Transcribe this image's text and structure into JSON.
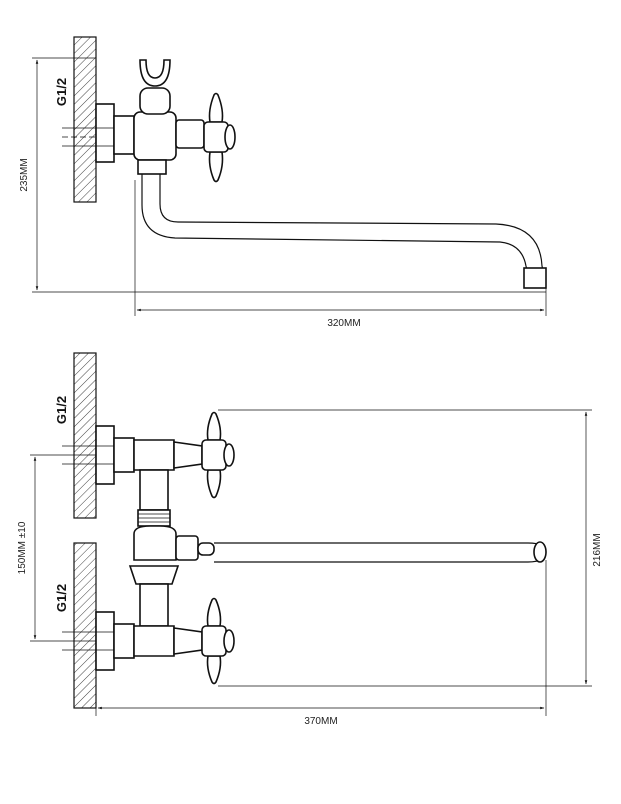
{
  "top_view": {
    "thread_label": "G1/2",
    "height_dim": "235MM",
    "spout_dim": "320MM"
  },
  "bottom_view": {
    "thread_label_upper": "G1/2",
    "thread_label_lower": "G1/2",
    "center_dim": "150MM ±10",
    "height_dim": "216MM",
    "spout_dim": "370MM"
  },
  "colors": {
    "line": "#111111",
    "background": "#ffffff"
  }
}
